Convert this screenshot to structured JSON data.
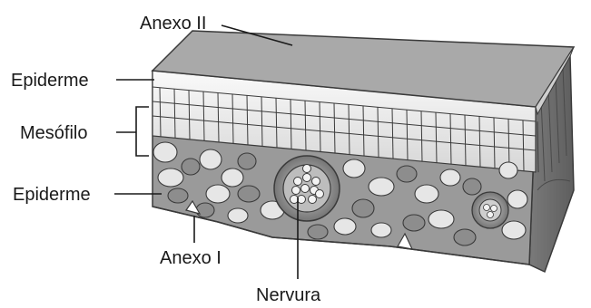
{
  "diagram": {
    "labels": {
      "annex2": "Anexo II",
      "epidermis_top": "Epiderme",
      "mesophyll": "Mesófilo",
      "epidermis_bottom": "Epiderme",
      "annex1": "Anexo I",
      "vein": "Nervura"
    },
    "colors": {
      "top_surface": "#a9a9a9",
      "palisade_cells": "#f2f2f2",
      "spongy_dark": "#8d8d8d",
      "spongy_light": "#e6e6e6",
      "outline": "#3a3a3a",
      "text": "#1a1a1a"
    }
  }
}
